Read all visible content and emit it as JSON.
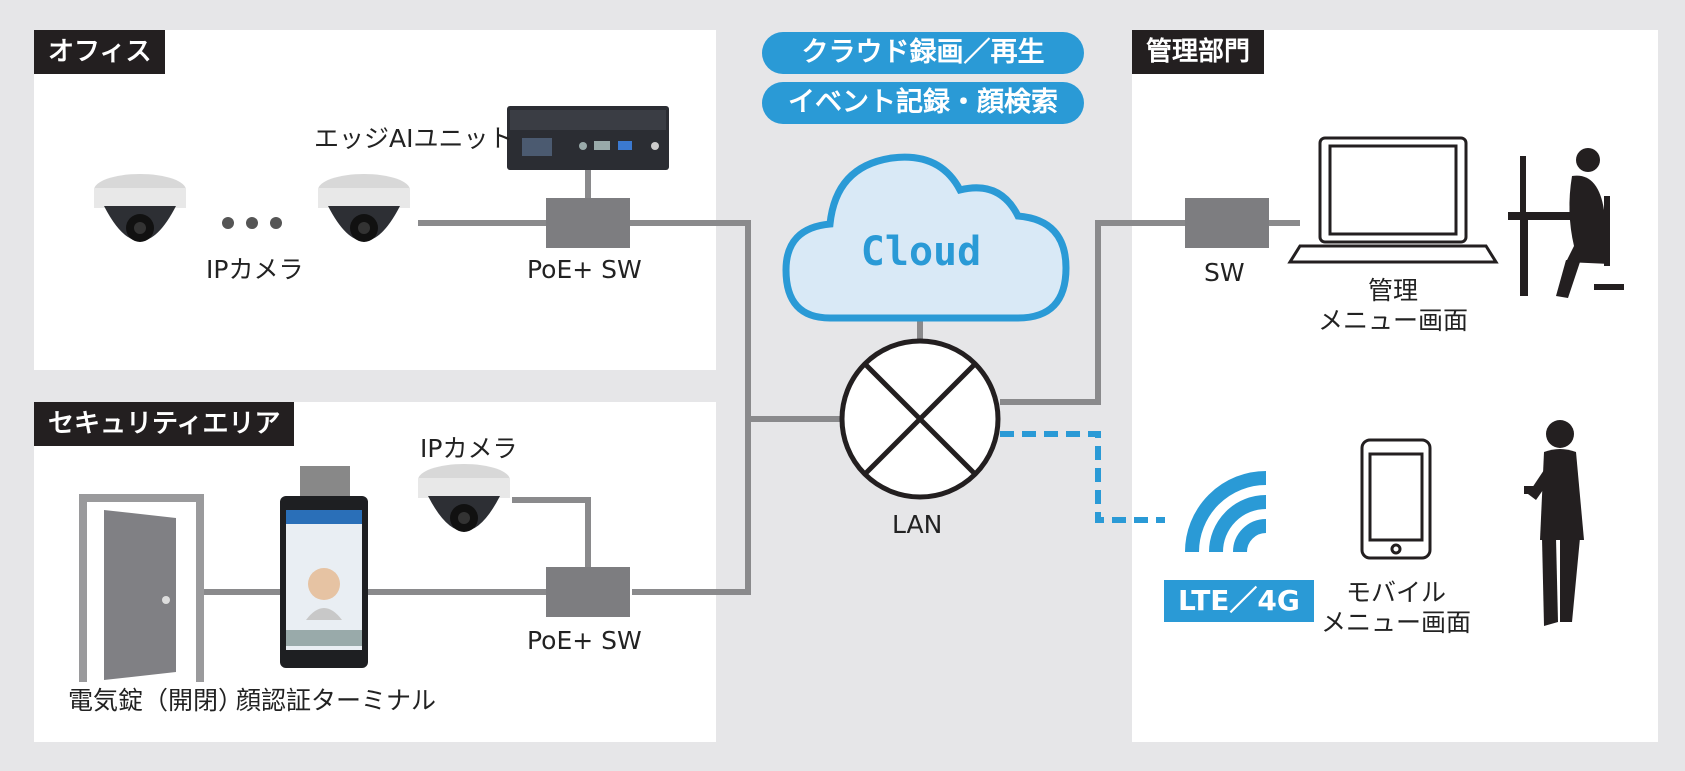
{
  "areas": {
    "office": "オフィス",
    "security": "セキュリティエリア",
    "management": "管理部門"
  },
  "cloud_services": [
    "クラウド録画／再生",
    "イベント記録・顔検索"
  ],
  "nodes": {
    "cloud": "Cloud",
    "edge_ai_unit": "エッジAIユニット",
    "ip_camera_office": "IPカメラ",
    "poe_sw_office": "PoE+ SW",
    "ip_camera_security": "IPカメラ",
    "poe_sw_security": "PoE+ SW",
    "electric_lock": "電気錠（開閉）",
    "face_terminal": "顔認証ターミナル",
    "lan": "LAN",
    "sw_management": "SW",
    "management_menu_line1": "管理",
    "management_menu_line2": "メニュー画面",
    "lte_4g": "LTE／4G",
    "mobile_menu_line1": "モバイル",
    "mobile_menu_line2": "メニュー画面"
  },
  "colors": {
    "accent_blue": "#2a9ad6",
    "tag_black": "#231f20",
    "line_gray": "#8a8a8c",
    "background": "#e6e6e8"
  }
}
